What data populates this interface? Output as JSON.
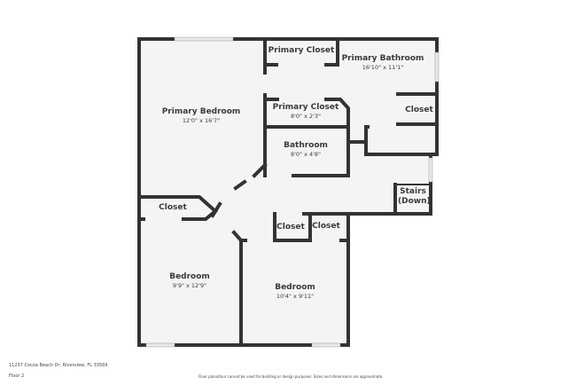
{
  "rooms": [
    {
      "name": "Primary Closet"
    },
    {
      "name": "Primary Bathroom",
      "dims": "16'10\" x 11'1\""
    },
    {
      "name": "Primary Bedroom",
      "dims": "12'0\" x 16'7\""
    },
    {
      "name": "Primary Closet",
      "dims": "8'0\" x 2'3\""
    },
    {
      "name": "Closet"
    },
    {
      "name": "Bathroom",
      "dims": "8'0\" x 4'8\""
    },
    {
      "name": "Stairs (Down)"
    },
    {
      "name": "Closet"
    },
    {
      "name": "Closet"
    },
    {
      "name": "Closet"
    },
    {
      "name": "Bedroom",
      "dims": "9'9\" x 12'9\""
    },
    {
      "name": "Bedroom",
      "dims": "10'4\" x 9'11\""
    }
  ],
  "footer": {
    "address": "11237 Cocoa Beach Dr, Riverview, FL 33569",
    "floor": "Floor 2",
    "disclaimer": "Floor plans/tour cannot be used for building or design purposes. Sizes and dimensions are approximate."
  },
  "colors": {
    "wall": "#333333",
    "floor": "#f4f4f4",
    "window": "#e6e6e6"
  }
}
